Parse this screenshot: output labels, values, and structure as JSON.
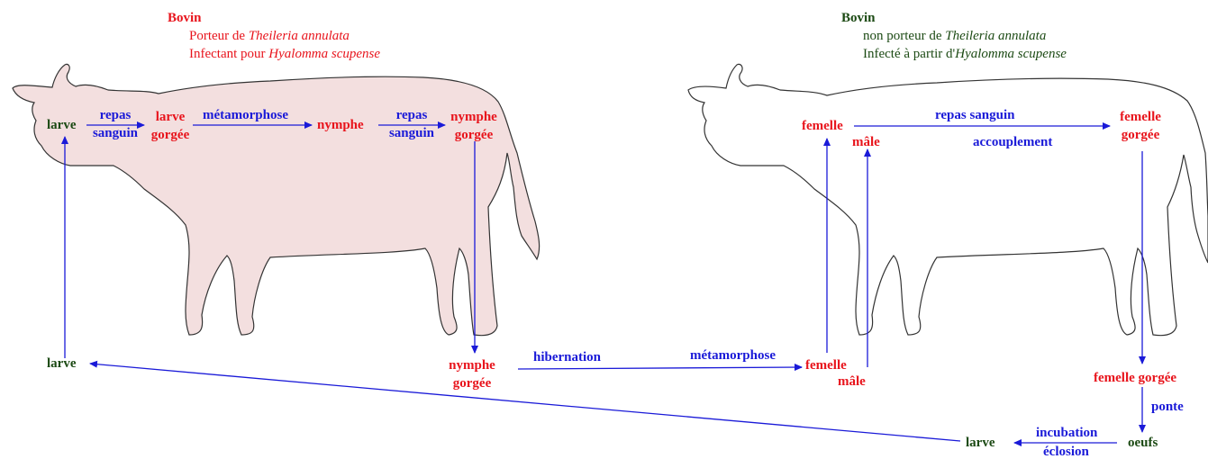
{
  "left_panel": {
    "title": "Bovin",
    "line1_prefix": "Porteur de ",
    "line1_italic": "Theileria annulata",
    "line2_prefix": "Infectant pour ",
    "line2_italic": "Hyalomma scupense"
  },
  "right_panel": {
    "title": "Bovin",
    "line1_prefix": "non porteur de ",
    "line1_italic": "Theileria annulata",
    "line2_prefix": "Infecté à partir d'",
    "line2_italic": "Hyalomma scupense"
  },
  "cycle": {
    "larve_on_host": "larve",
    "repas_1": "repas",
    "sanguin_1": "sanguin",
    "larve_gorgee_1": "larve",
    "larve_gorgee_2": "gorgée",
    "metamorphose_1": "métamorphose",
    "nymphe": "nymphe",
    "repas_2": "repas",
    "sanguin_2": "sanguin",
    "nymphe_gorgee_1": "nymphe",
    "nymphe_gorgee_2": "gorgée",
    "larve_ground": "larve",
    "nymphe_gorgee_ground_1": "nymphe",
    "nymphe_gorgee_ground_2": "gorgée",
    "hibernation": "hibernation",
    "metamorphose_2": "métamorphose",
    "femelle_ground": "femelle",
    "male_ground": "mâle",
    "femelle_host": "femelle",
    "male_host": "mâle",
    "repas_sanguin": "repas sanguin",
    "accouplement": "accouplement",
    "femelle_gorgee_host_1": "femelle",
    "femelle_gorgee_host_2": "gorgée",
    "femelle_gorgee_ground": "femelle gorgée",
    "ponte": "ponte",
    "oeufs": "oeufs",
    "incubation": "incubation",
    "eclosion": "éclosion",
    "larve_end": "larve"
  },
  "colors": {
    "red": "#e8141c",
    "green": "#1c4a14",
    "blue": "#1a1ad8",
    "cow_fill_left": "#f3dfdf",
    "cow_outline": "#333333"
  }
}
